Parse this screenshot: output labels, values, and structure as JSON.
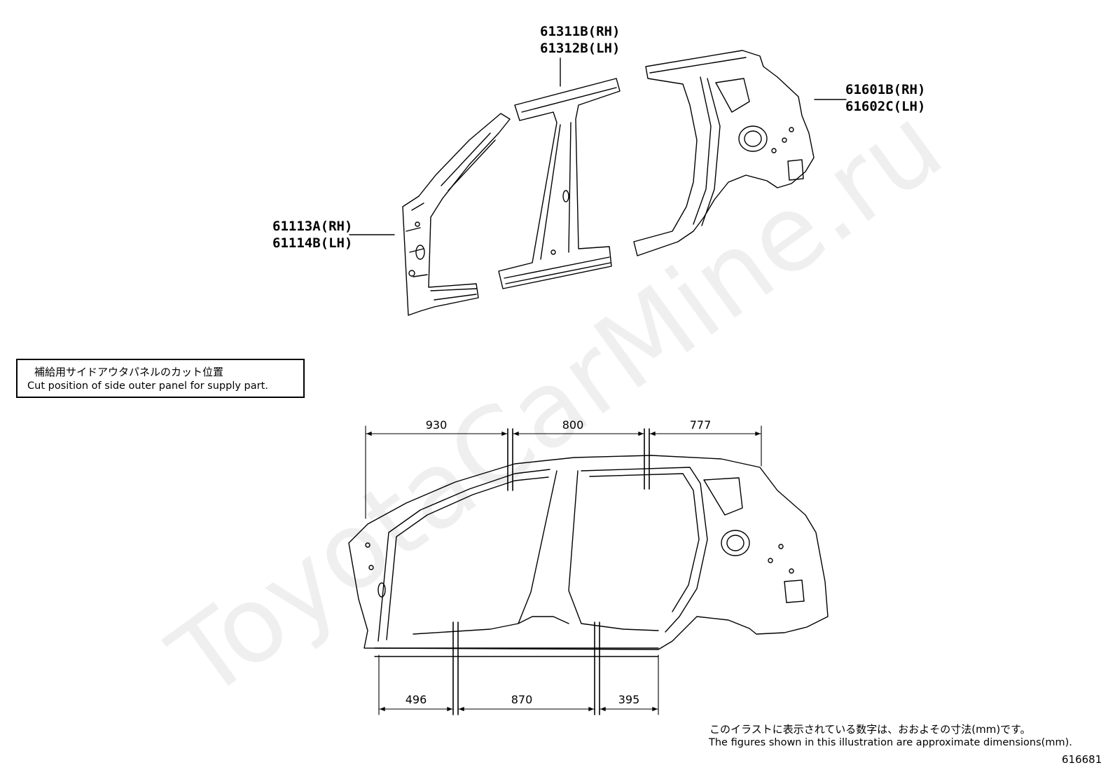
{
  "callouts": {
    "center_pillar_rh": "61311B(RH)",
    "center_pillar_lh": "61312B(LH)",
    "quarter_panel_rh": "61601B(RH)",
    "quarter_panel_lh": "61602C(LH)",
    "front_pillar_rh": "61113A(RH)",
    "front_pillar_lh": "61114B(LH)"
  },
  "note_box": {
    "japanese": "補給用サイドアウタパネルのカット位置",
    "english": "Cut position of side outer panel for supply part."
  },
  "dimensions": {
    "top": [
      "930",
      "800",
      "777"
    ],
    "bottom": [
      "496",
      "870",
      "395"
    ],
    "unit": "mm"
  },
  "footer": {
    "japanese": "このイラストに表示されている数字は、おおよその寸法(mm)です。",
    "english": "The figures shown in this illustration are approximate dimensions(mm).",
    "figure_number": "616681"
  },
  "watermark": "ToyotaCarMine.ru"
}
